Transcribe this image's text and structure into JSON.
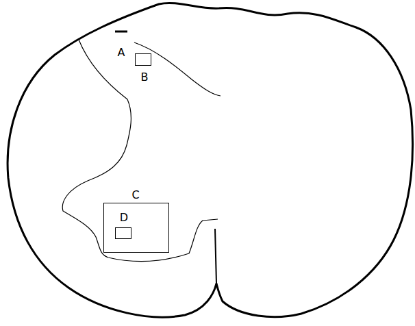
{
  "diagram": {
    "nodes": [
      {
        "text": [
          "B"
        ]
      },
      {
        "text": [
          "C"
        ]
      },
      {
        "text": [
          "D"
        ],
        "in": 1
      }
    ],
    "labels": [
      "A"
    ]
  }
}
